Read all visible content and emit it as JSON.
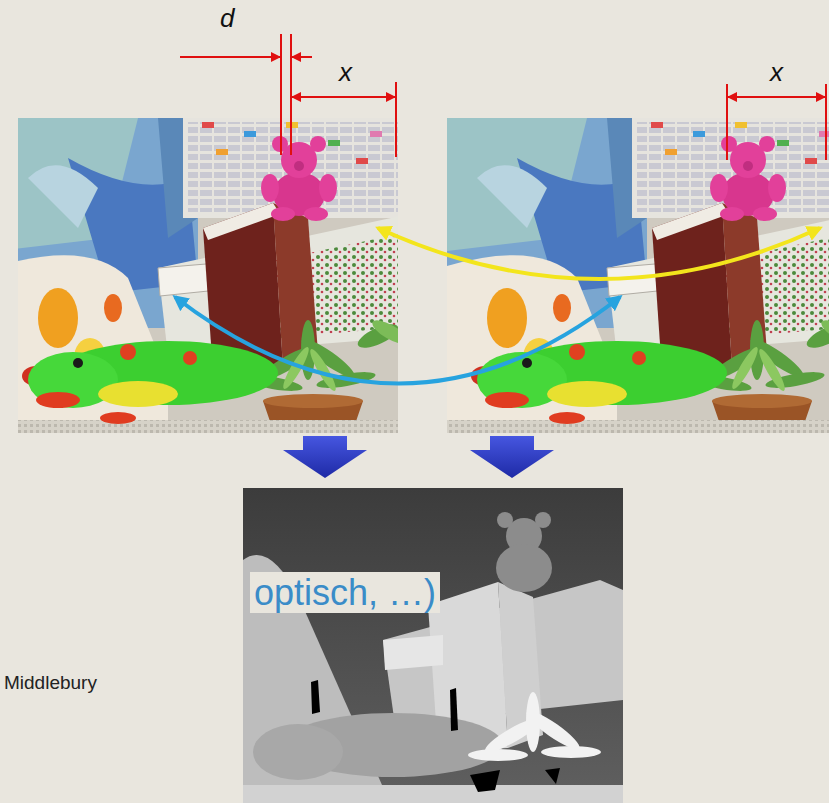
{
  "diagram": {
    "labels": [
      "d",
      "x",
      "x",
      "optisch, …)",
      "Middlebury"
    ]
  }
}
